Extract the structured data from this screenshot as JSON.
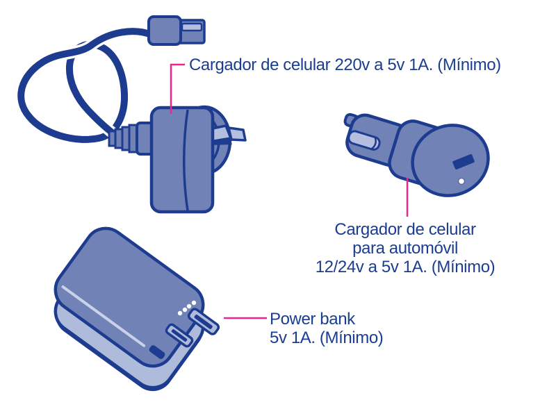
{
  "diagram": {
    "wall_charger": {
      "label": "Cargador de celular 220v a 5v 1A. (Mínimo)"
    },
    "car_charger": {
      "label_lines": [
        "Cargador de celular",
        "para automóvil",
        "12/24v a 5v 1A. (Mínimo)"
      ]
    },
    "power_bank": {
      "label_lines": [
        "Power bank",
        "5v 1A. (Mínimo)"
      ]
    }
  },
  "colors": {
    "outline_navy": "#1E3C8F",
    "text_navy": "#1B3D91",
    "device_fill_blue": "#7183B6",
    "light_blue": "#B4BFDF",
    "band_light_blue": "#AFBBDB",
    "highlight": "#C9D2E9",
    "leader_pink": "#ED268B",
    "background": "#FFFFFF"
  }
}
